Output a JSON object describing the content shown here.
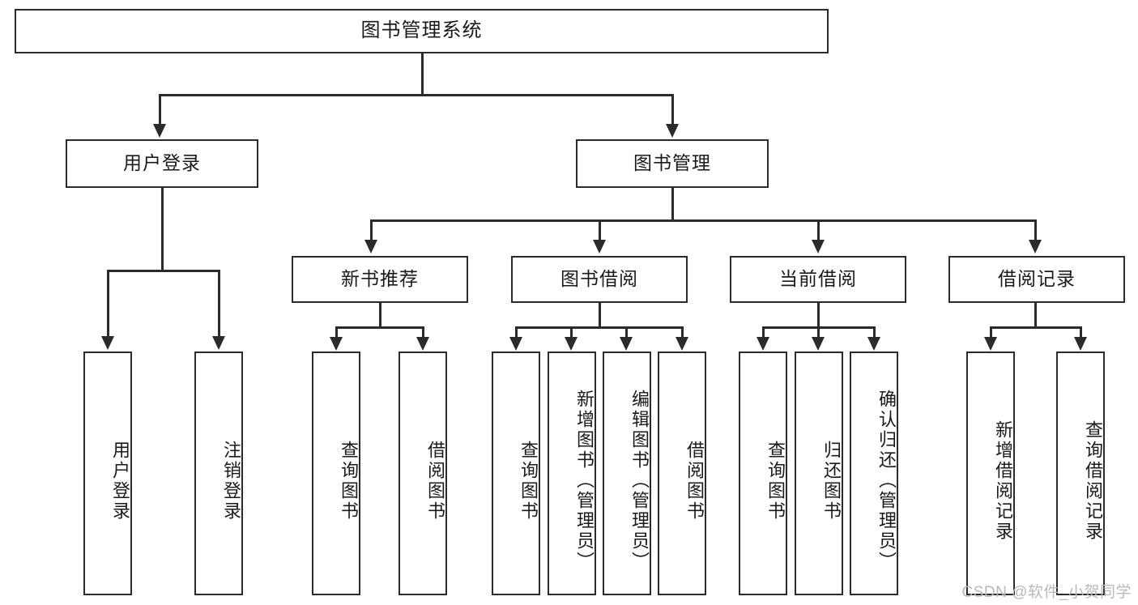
{
  "diagram": {
    "title": "图书管理系统",
    "type": "tree",
    "watermark": "CSDN @软件_小贺同学",
    "colors": {
      "line": "#2b2b2b",
      "box_border": "#2b2b2b",
      "box_fill": "#ffffff",
      "text": "#1a1a1a",
      "watermark": "#b9b9b9"
    },
    "root": {
      "label": "图书管理系统"
    },
    "level2": [
      {
        "label": "用户登录"
      },
      {
        "label": "图书管理"
      }
    ],
    "level3": [
      {
        "label": "新书推荐"
      },
      {
        "label": "图书借阅"
      },
      {
        "label": "当前借阅"
      },
      {
        "label": "借阅记录"
      }
    ],
    "leaves": {
      "user_login": [
        {
          "label": "用户登录"
        },
        {
          "label": "注销登录"
        }
      ],
      "new_book_recommend": [
        {
          "label": "查询图书"
        },
        {
          "label": "借阅图书"
        }
      ],
      "book_borrow": [
        {
          "label": "查询图书"
        },
        {
          "label": "新增图书（管理员）"
        },
        {
          "label": "编辑图书（管理员）"
        },
        {
          "label": "借阅图书"
        }
      ],
      "current_borrow": [
        {
          "label": "查询图书"
        },
        {
          "label": "归还图书"
        },
        {
          "label": "确认归还（管理员）"
        }
      ],
      "borrow_record": [
        {
          "label": "新增借阅记录"
        },
        {
          "label": "查询借阅记录"
        }
      ]
    }
  }
}
